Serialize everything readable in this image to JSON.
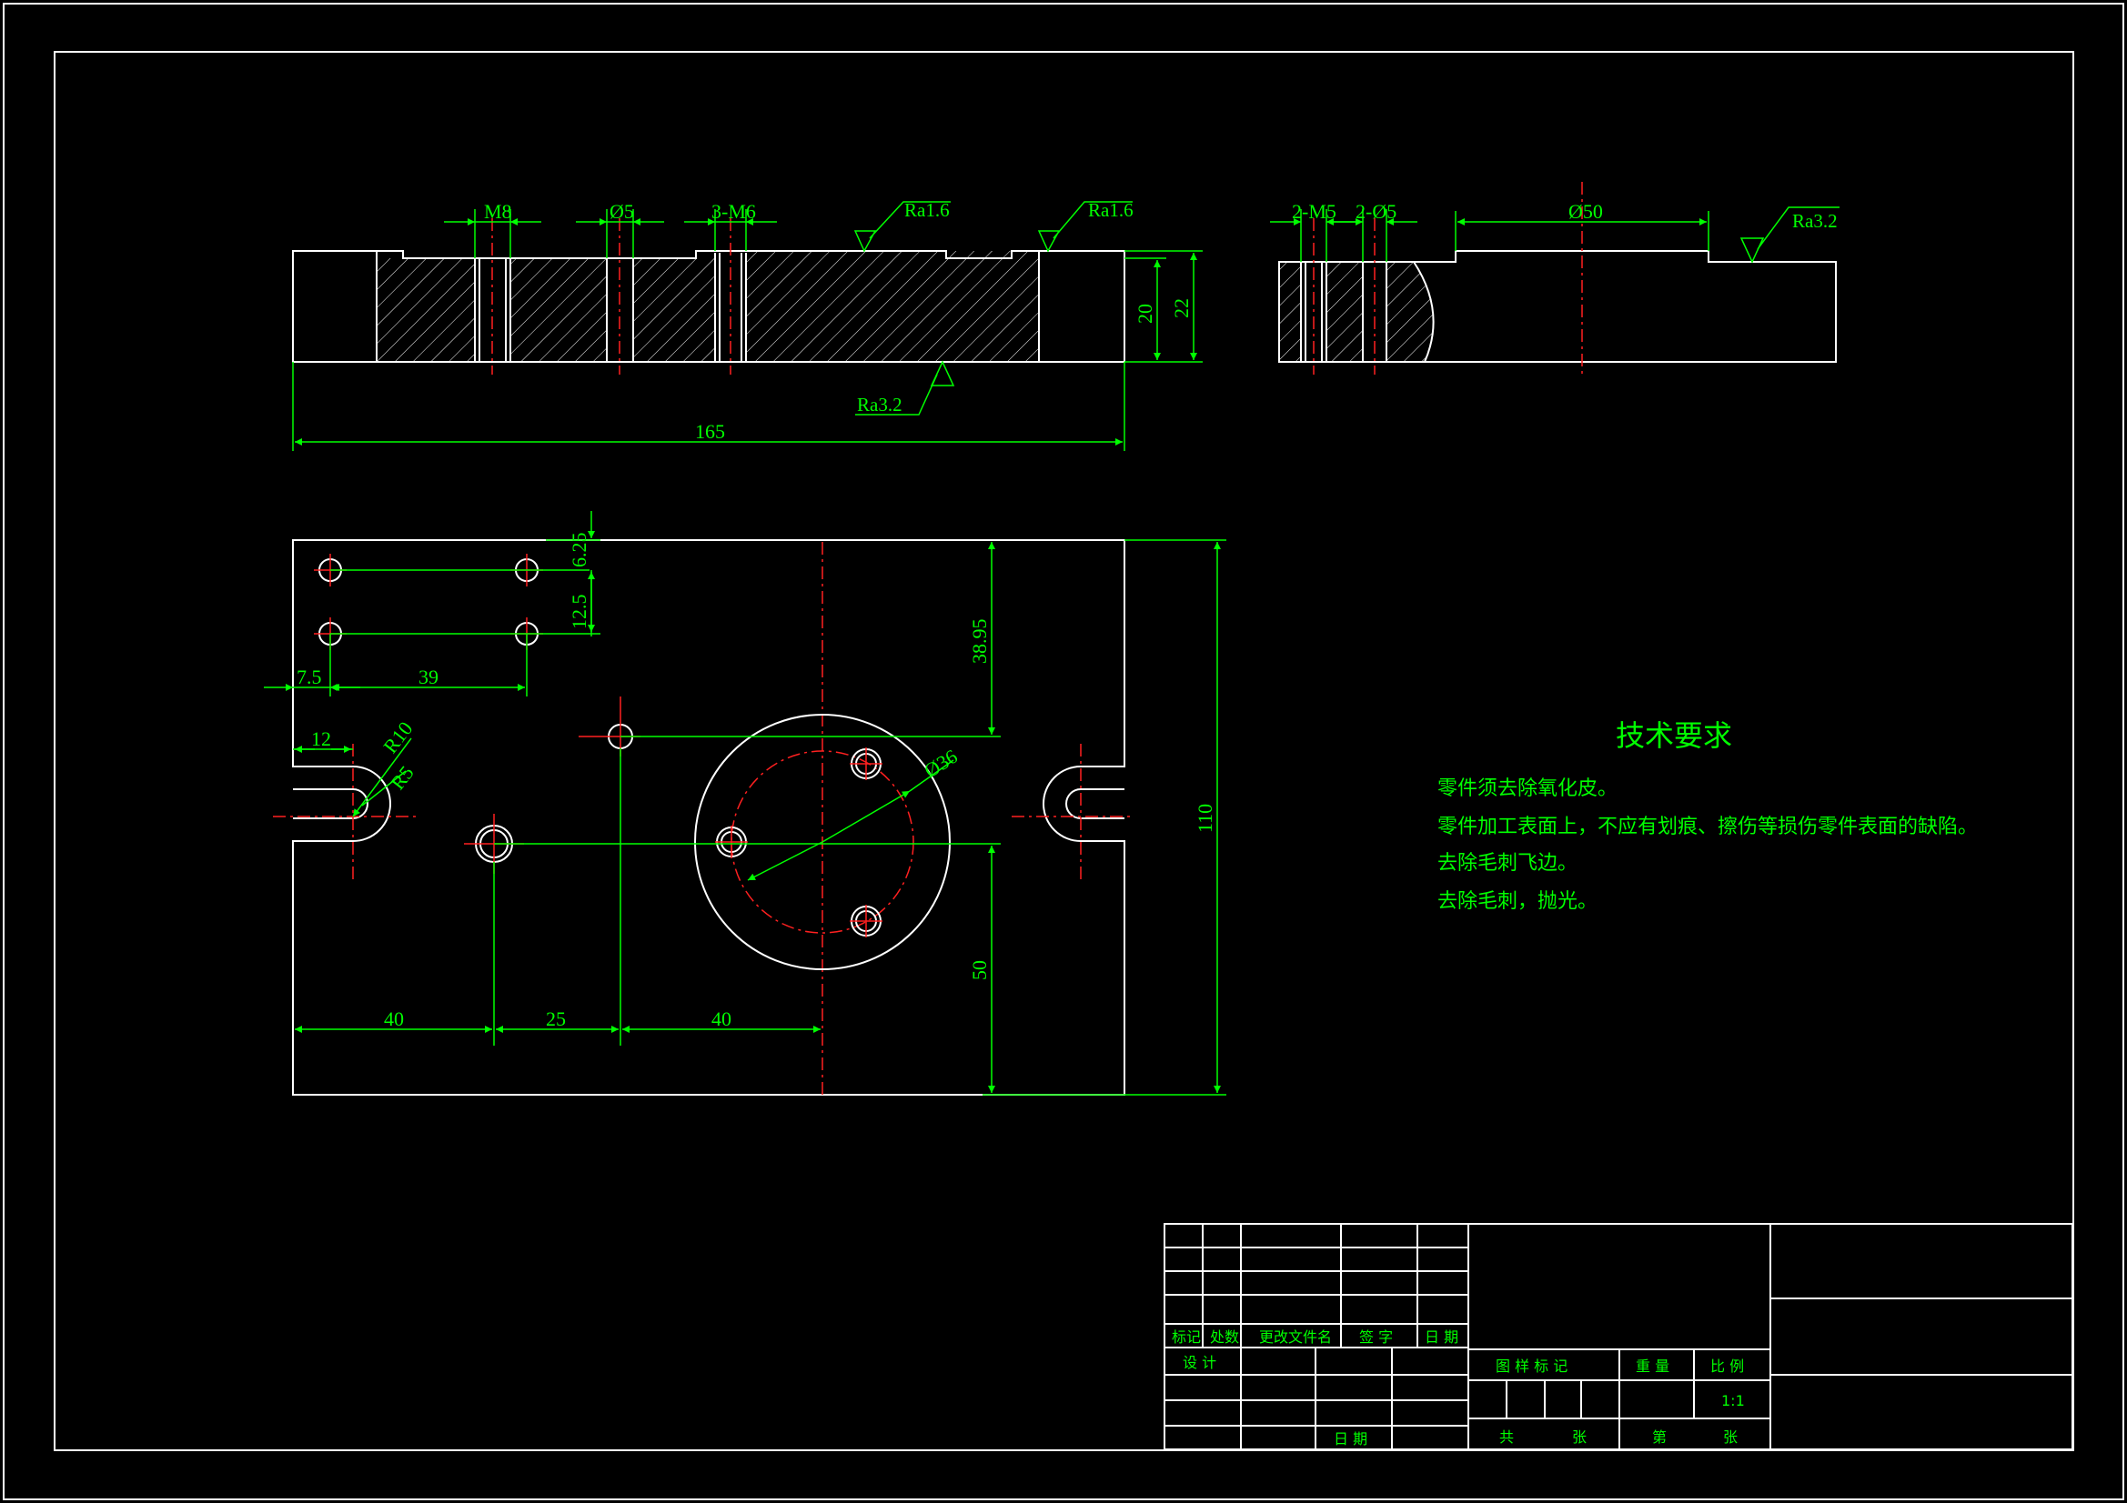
{
  "front_view": {
    "dim_m8": "M8",
    "dim_phi5": "Ø5",
    "dim_3m6": "3-M6",
    "ra_top_1": "Ra1.6",
    "ra_top_2": "Ra1.6",
    "ra_bottom": "Ra3.2",
    "dim_20": "20",
    "dim_22": "22",
    "dim_165": "165"
  },
  "side_view": {
    "dim_2m5": "2-M5",
    "dim_2phi5": "2-Ø5",
    "dim_phi50": "Ø50",
    "ra": "Ra3.2"
  },
  "top_view": {
    "dim_6_25": "6.25",
    "dim_12_5": "12.5",
    "dim_7_5": "7.5",
    "dim_39": "39",
    "dim_38_95": "38.95",
    "dim_12": "12",
    "dim_r10": "R10",
    "dim_r5": "R5",
    "dim_phi36": "Ø36",
    "dim_110": "110",
    "dim_40a": "40",
    "dim_25": "25",
    "dim_40b": "40",
    "dim_50": "50"
  },
  "tech_requirements": {
    "title": "技术要求",
    "lines": [
      "零件须去除氧化皮。",
      "零件加工表面上，不应有划痕、擦伤等损伤零件表面的缺陷。",
      "去除毛刺飞边。",
      "去除毛刺，抛光。"
    ]
  },
  "title_block": {
    "biaoji": "标记",
    "chushu": "处数",
    "gengai": "更改文件名",
    "qianzi": "签  字",
    "riqi": "日 期",
    "sheji": "设  计",
    "riqi2": "日  期",
    "tuyang": "图 样 标 记",
    "zhongliang": "重 量",
    "bili": "比 例",
    "scale": "1:1",
    "gong": "共",
    "zhang1": "张",
    "di": "第",
    "zhang2": "张"
  },
  "colors": {
    "background": "#000000",
    "outline": "#ffffff",
    "dimension": "#00ff00",
    "centerline": "#ff2020"
  }
}
